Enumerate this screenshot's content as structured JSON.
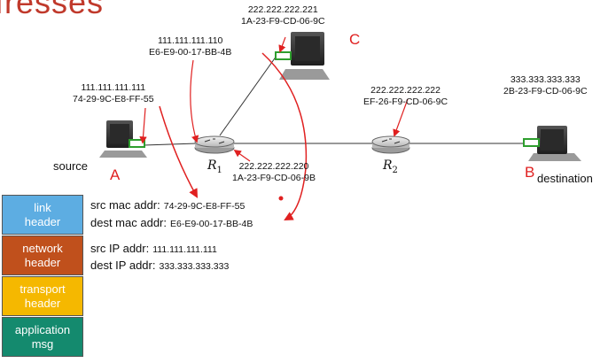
{
  "title_fragment": "ıresses",
  "hosts": {
    "A": {
      "letter": "A",
      "caption": "source",
      "ip": "111.111.111.111",
      "mac": "74-29-9C-E8-FF-55"
    },
    "B": {
      "letter": "B",
      "caption": "destination",
      "ip": "333.333.333.333",
      "mac": "2B-23-F9-CD-06-9C"
    },
    "C": {
      "letter": "C",
      "ip": "222.222.222.221",
      "mac": "1A-23-F9-CD-06-9C"
    }
  },
  "routers": {
    "R1": {
      "name": "R",
      "sub": "1",
      "left_if": {
        "ip": "111.111.111.110",
        "mac": "E6-E9-00-17-BB-4B"
      },
      "right_if": {
        "ip": "222.222.222.220",
        "mac": "1A-23-F9-CD-06-9B"
      }
    },
    "R2": {
      "name": "R",
      "sub": "2",
      "left_if": {
        "ip": "222.222.222.222",
        "mac": "EF-26-F9-CD-06-9C"
      }
    }
  },
  "layers": [
    {
      "name": "link\nheader",
      "color": "#5dade2"
    },
    {
      "name": "network\nheader",
      "color": "#c0501c"
    },
    {
      "name": "transport\nheader",
      "color": "#f5b800"
    },
    {
      "name": "application\nmsg",
      "color": "#148a6e"
    }
  ],
  "headers": {
    "src_mac_label": "src mac addr:",
    "src_mac": "74-29-9C-E8-FF-55",
    "dest_mac_label": "dest mac addr:",
    "dest_mac": "E6-E9-00-17-BB-4B",
    "src_ip_label": "src IP addr:",
    "src_ip": "111.111.111.111",
    "dest_ip_label": "dest IP addr:",
    "dest_ip": "333.333.333.333"
  },
  "colors": {
    "arrow": "#e02020",
    "nic": "#2e9e2e"
  }
}
